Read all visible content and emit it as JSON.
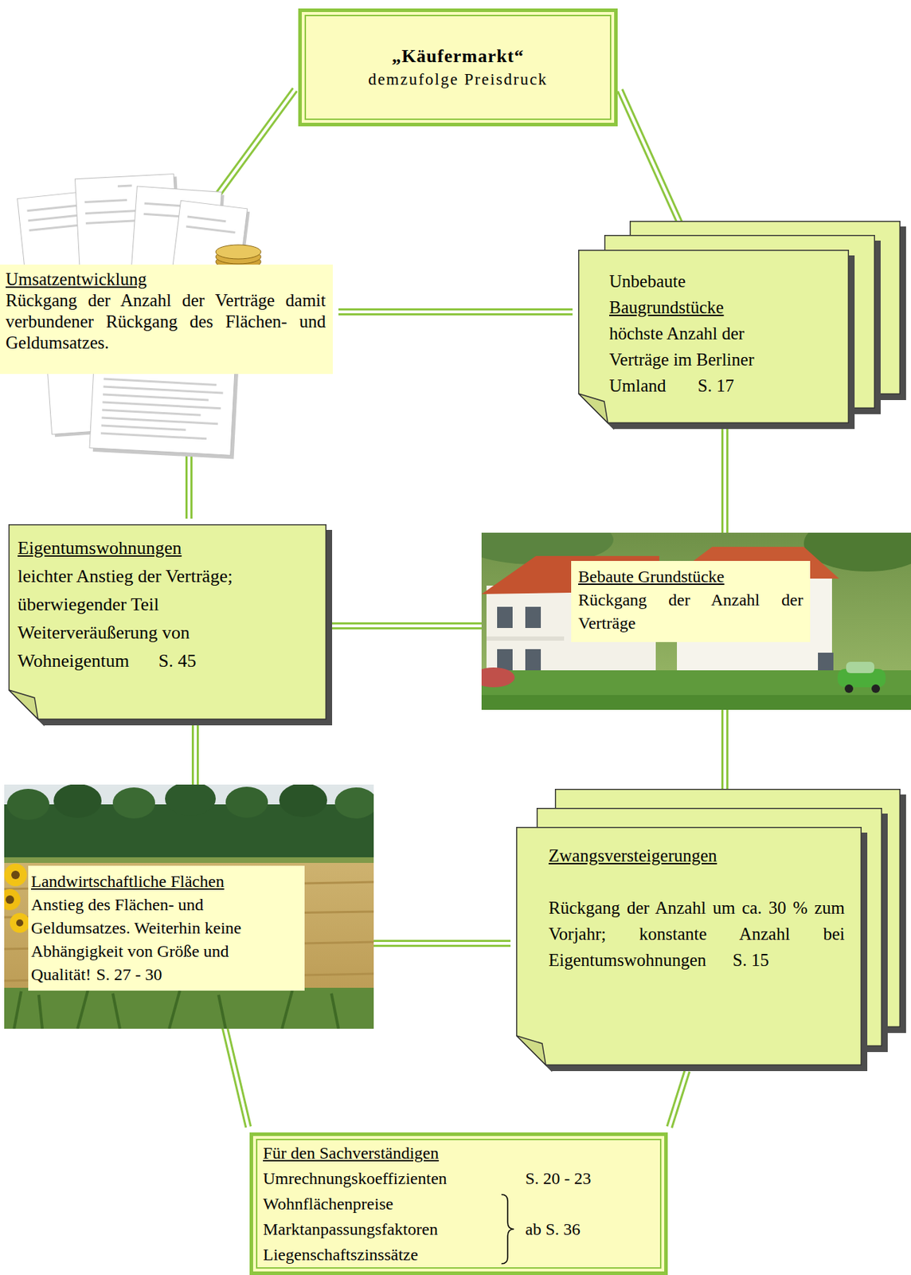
{
  "diagram": {
    "nodes": [
      {
        "text": [
          "„Käufermarkt“",
          "demzufolge Preisdruck"
        ]
      },
      {
        "text": [
          "Umsatzentwicklung",
          "Rückgang der Anzahl der Verträge damit verbundener Rückgang des Flächen- und Geldumsatzes."
        ]
      },
      {
        "text": [
          "Unbebaute",
          "Baugrundstücke",
          "höchste Anzahl der Verträge im Berliner Umland",
          "S. 17"
        ]
      },
      {
        "text": [
          "Eigentumswohnungen",
          "leichter Anstieg der Verträge; überwiegender Teil Weiterveräußerung von Wohneigentum",
          "S. 45"
        ]
      },
      {
        "text": [
          "Bebaute Grundstücke",
          "Rückgang der Anzahl der Verträge"
        ]
      },
      {
        "text": [
          "Landwirtschaftliche Flächen",
          "Anstieg des Flächen- und Geldumsatzes. Weiterhin keine Abhängigkeit von Größe und Qualität!",
          "S. 27 - 30"
        ]
      },
      {
        "text": [
          "Zwangsversteigerungen",
          "Rückgang der Anzahl um ca. 30 % zum Vorjahr; konstante Anzahl bei Eigentumswohnungen",
          "S. 15"
        ]
      },
      {
        "text": [
          "Für den Sachverständigen",
          "Umrechnungskoeffizienten",
          "S. 20 - 23",
          "Wohnflächenpreise",
          "Marktanpassungsfaktoren",
          "Liegenschaftszinssätze",
          "ab S. 36"
        ]
      }
    ],
    "edges": [
      {
        "from": 0,
        "to": 1,
        "arrow": "none"
      },
      {
        "from": 0,
        "to": 2,
        "arrow": "none"
      },
      {
        "from": 1,
        "to": 2,
        "arrow": "none"
      },
      {
        "from": 1,
        "to": 3,
        "arrow": "none"
      },
      {
        "from": 2,
        "to": 4,
        "arrow": "none"
      },
      {
        "from": 3,
        "to": 4,
        "arrow": "none"
      },
      {
        "from": 3,
        "to": 5,
        "arrow": "none"
      },
      {
        "from": 4,
        "to": 6,
        "arrow": "none"
      },
      {
        "from": 5,
        "to": 6,
        "arrow": "none"
      },
      {
        "from": 5,
        "to": 7,
        "arrow": "none"
      },
      {
        "from": 6,
        "to": 7,
        "arrow": "none"
      }
    ]
  }
}
